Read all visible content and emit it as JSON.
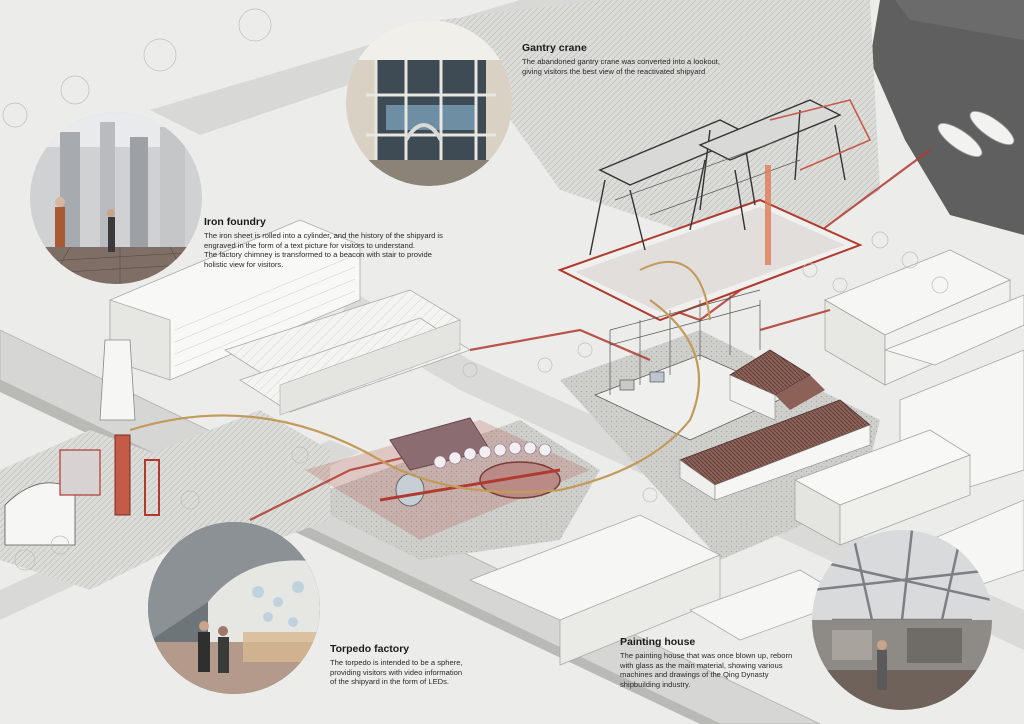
{
  "callouts": {
    "gantry_crane": {
      "title": "Gantry crane",
      "lines": [
        "The abandoned gantry crane was converted into a lookout,",
        "giving visitors the best view of the reactivated shipyard"
      ]
    },
    "iron_foundry": {
      "title": "Iron foundry",
      "lines": [
        "The iron sheet is rolled into a cylinder, and the history of the shipyard is",
        "engraved in the form of a text picture for visitors to understand.",
        "The factory chimney is transformed to a beacon with stair to provide",
        "holistic view for visitors."
      ]
    },
    "torpedo_factory": {
      "title": "Torpedo factory",
      "lines": [
        "The torpedo is intended to be a sphere,",
        "providing visitors with video information",
        "of the shipyard in the form of LEDs."
      ]
    },
    "painting_house": {
      "title": "Painting house",
      "lines": [
        "The painting house that was once blown up, reborn",
        "with glass as the main material, showing various",
        "machines and drawings of the Qing Dynasty",
        "shipbuilding industry."
      ]
    }
  },
  "colors": {
    "ground": "#ececea",
    "road": "#d4d4d2",
    "building": "#f7f7f5",
    "hatch": "#c9c9c6",
    "accent": "#b03a2e",
    "accent_glow": "#e07a55",
    "water": "#5e5e5e",
    "roof_brick": "#7a5148"
  }
}
